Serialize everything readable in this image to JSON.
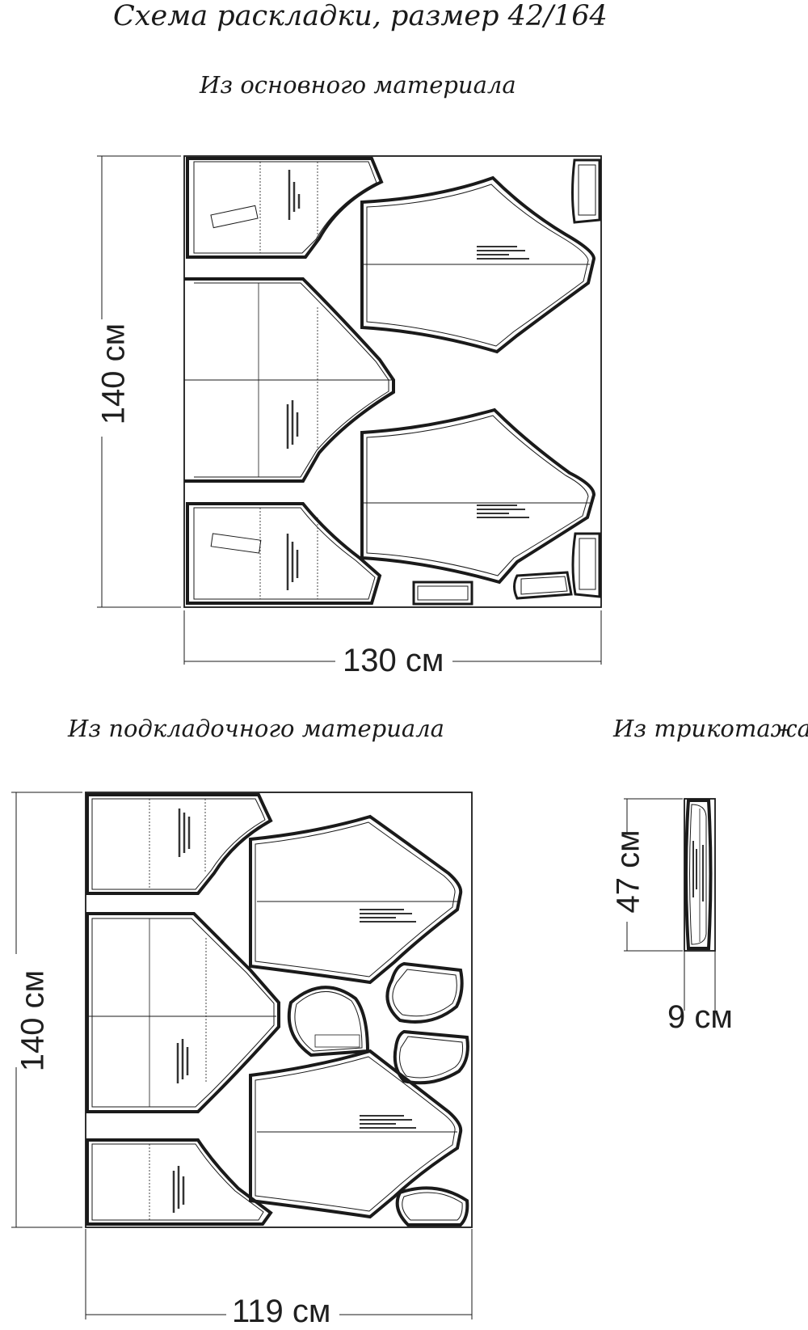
{
  "title": "Схема раскладки, размер 42/164",
  "layouts": {
    "main": {
      "label": "Из основного материала",
      "width_label": "130 см",
      "height_label": "140 см"
    },
    "lining": {
      "label": "Из подкладочного материала",
      "width_label": "119 см",
      "height_label": "140 см"
    },
    "knit": {
      "label": "Из трикотажа",
      "width_label": "9 см",
      "height_label": "47 см"
    }
  },
  "colors": {
    "line": "#1a1a1a",
    "paper": "#ffffff"
  }
}
